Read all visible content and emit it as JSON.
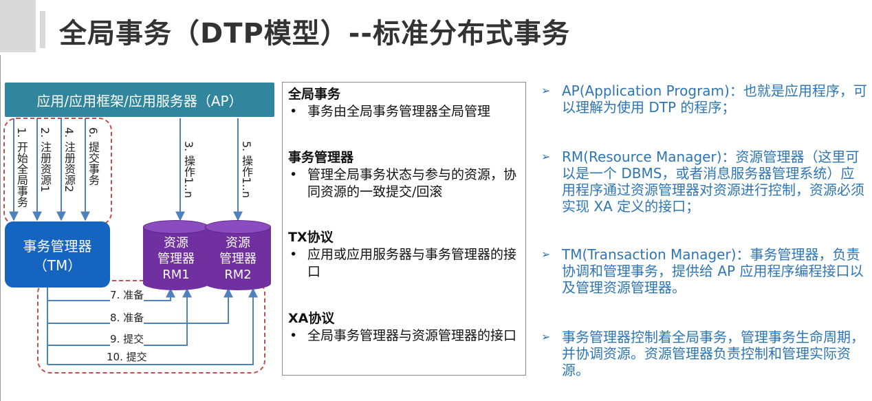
{
  "slide": {
    "title": "全局事务（DTP模型）--标准分布式事务"
  },
  "diagram": {
    "ap_label": "应用/应用框架/应用服务器（AP）",
    "tm_line1": "事务管理器",
    "tm_line2": "（TM）",
    "rm1_line1": "资源",
    "rm1_line2": "管理器",
    "rm1_line3": "RM1",
    "rm2_line1": "资源",
    "rm2_line2": "管理器",
    "rm2_line3": "RM2",
    "step1": "1. 开始全局事务",
    "step2": "2. 注册资源1",
    "step4": "4. 注册资源2",
    "step6": "6. 提交事务",
    "step3": "3. 操作1..n",
    "step5": "5. 操作1..n",
    "step7": "7. 准备",
    "step8": "8. 准备",
    "step9": "9. 提交",
    "step10": "10. 提交"
  },
  "info": {
    "s1_head": "全局事务",
    "s1_item": "事务由全局事务管理器全局管理",
    "s2_head": "事务管理器",
    "s2_item": "管理全局事务状态与参与的资源，协同资源的一致提交/回滚",
    "s3_head": "TX协议",
    "s3_item": "应用或应用服务器与事务管理器的接口",
    "s4_head": "XA协议",
    "s4_item": "全局事务管理器与资源管理器的接口",
    "bullet": "•"
  },
  "notes": {
    "arrow": "➢",
    "n1": "AP(Application Program)：也就是应用程序，可以理解为使用 DTP 的程序；",
    "n2": "RM(Resource Manager)：资源管理器（这里可以是一个 DBMS，或者消息服务器管理系统）应用程序通过资源管理器对资源进行控制，资源必须实现 XA 定义的接口；",
    "n3": "TM(Transaction Manager)：事务管理器，负责协调和管理事务，提供给 AP 应用程序编程接口以及管理资源管理器。",
    "n4": "事务管理器控制着全局事务，管理事务生命周期，并协调资源。资源管理器负责控制和管理实际资源。"
  },
  "colors": {
    "ap": "#31859c",
    "tm": "#1565c0",
    "rm": "#7030a0",
    "arrow": "#4f81bd",
    "dashed": "#c0504d",
    "notes": "#2e75b6"
  }
}
